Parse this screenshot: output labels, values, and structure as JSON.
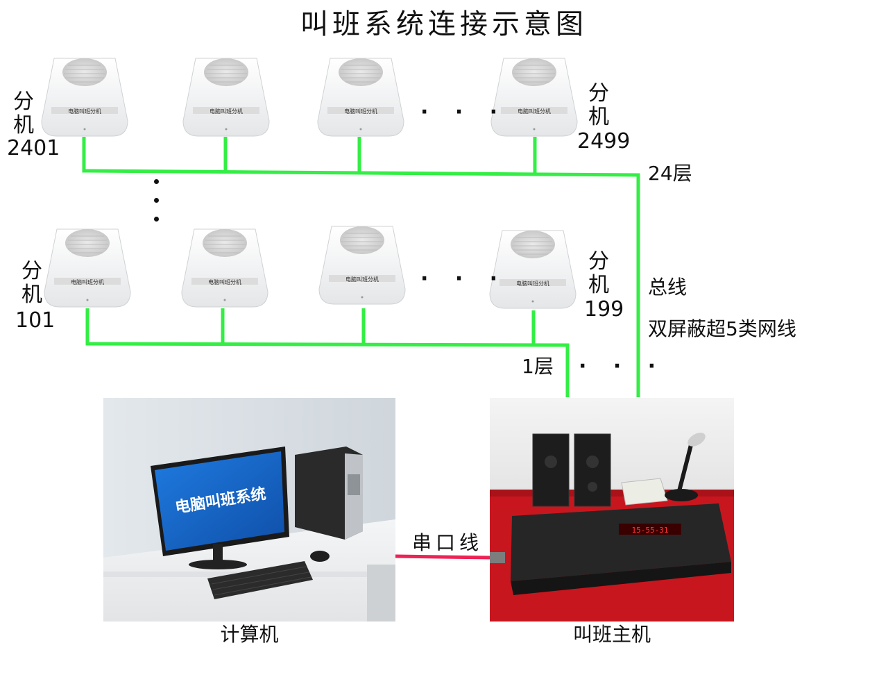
{
  "title": "叫班系统连接示意图",
  "unit_plate_text": "电脑叫班分机",
  "floors": {
    "top": {
      "left_label_chars": [
        "分",
        "机"
      ],
      "left_number": "2401",
      "right_label_chars": [
        "分",
        "机"
      ],
      "right_number": "2499",
      "floor_label": "24层",
      "ellipsis": "· · ·"
    },
    "bottom": {
      "left_label_chars": [
        "分",
        "机"
      ],
      "left_number": "101",
      "right_label_chars": [
        "分",
        "机"
      ],
      "right_number": "199",
      "floor_label": "1层",
      "ellipsis": "· · ·"
    }
  },
  "bus_label": "总线",
  "cable_label": "双屏蔽超5类网线",
  "bus_ellipsis": "· · ·",
  "serial_label": "串口线",
  "computer": {
    "caption": "计算机",
    "screen_text": "电脑叫班系统"
  },
  "host": {
    "caption": "叫班主机",
    "display_text": "15-55-31"
  },
  "colors": {
    "bus_line": "#33ee44",
    "serial_line": "#ee2255",
    "host_cloth": "#c8161e",
    "monitor_screen": "#1763c8"
  }
}
